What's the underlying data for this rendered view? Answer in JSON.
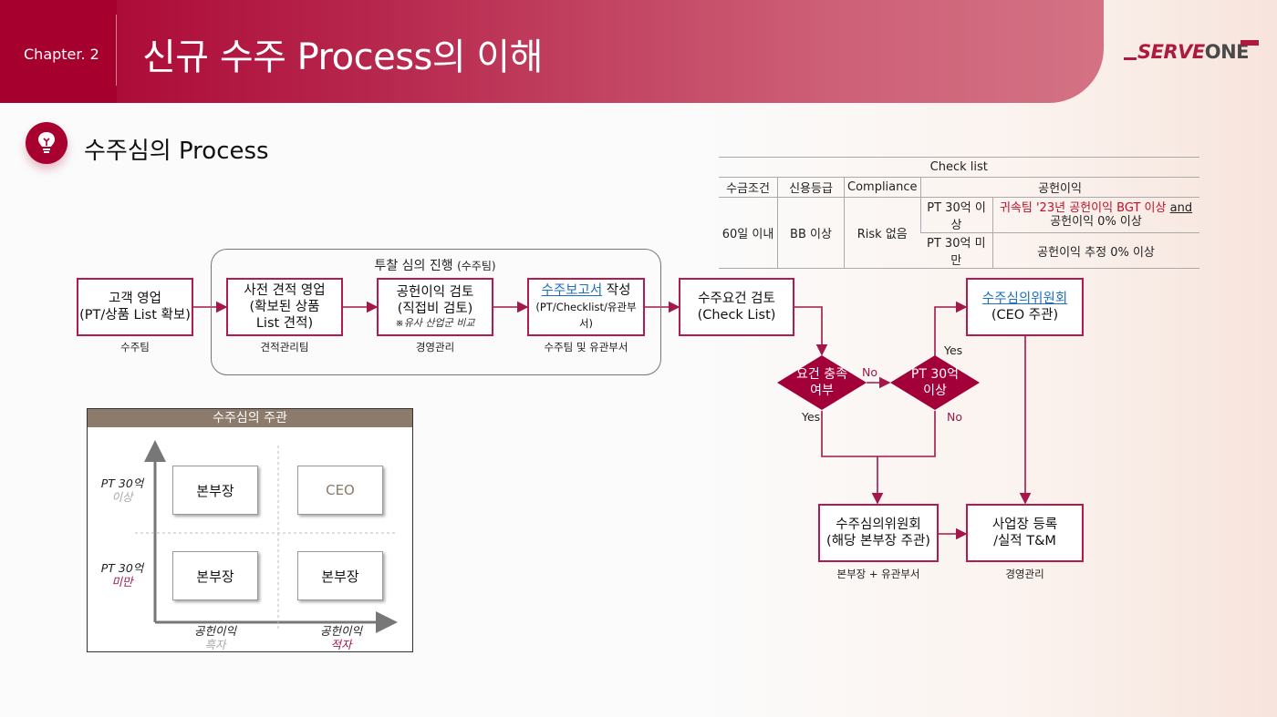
{
  "header": {
    "chapter": "Chapter. 2",
    "title": "신규 수주 Process의 이해",
    "logo": {
      "serve": "SERVE",
      "one": "ONE"
    }
  },
  "section": {
    "icon": "lightbulb-icon",
    "title": "수주심의 Process"
  },
  "checklist": {
    "title": "Check list",
    "headers": [
      "수금조건",
      "신용등급",
      "Compliance",
      "공헌이익"
    ],
    "payment": "60일 이내",
    "credit": "BB 이상",
    "compliance": "Risk 없음",
    "rows": [
      {
        "condition": "PT 30억 이상",
        "criteria_red": "귀속팀 '23년 공헌이익 BGT 이상",
        "criteria_and": "and",
        "criteria_rest": "공헌이익 0% 이상"
      },
      {
        "condition": "PT 30억 미만",
        "criteria": "공헌이익 추정 0% 이상"
      }
    ]
  },
  "flow": {
    "group_title": "투찰 심의 진행",
    "group_owner": "(수주팀)",
    "steps": [
      {
        "line1": "고객 영업",
        "line2": "(PT/상품 List 확보)",
        "owner": "수주팀"
      },
      {
        "line1": "사전 견적 영업",
        "line2": "(확보된 상품",
        "line3": "List 견적)",
        "owner": "견적관리팀"
      },
      {
        "line1": "공헌이익 검토",
        "line2": "(직접비 검토)",
        "note": "※유사 산업군 비교",
        "owner": "경영관리"
      },
      {
        "link": "수주보고서",
        "line1_rest": " 작성",
        "line2": "(PT/Checklist/유관부서)",
        "owner": "수주팀 및 유관부서"
      },
      {
        "line1": "수주요건 검토",
        "line2": "(Check List)"
      }
    ],
    "decision1": {
      "line1": "요건 충족",
      "line2": "여부",
      "no": "No",
      "yes": "Yes"
    },
    "decision2": {
      "line1": "PT 30억",
      "line2": "이상",
      "yes": "Yes",
      "no": "No"
    },
    "ceo_committee": {
      "link": "수주심의위원회",
      "line2": "(CEO 주관)"
    },
    "hq_committee": {
      "line1": "수주심의위원회",
      "line2": "(해당 본부장 주관)",
      "owner": "본부장 + 유관부서"
    },
    "registration": {
      "line1": "사업장 등록",
      "line2": "/실적 T&M",
      "owner": "경영관리"
    }
  },
  "matrix": {
    "title": "수주심의 주관",
    "y_high": {
      "line1": "PT 30억",
      "line2": "이상"
    },
    "y_low": {
      "line1": "PT 30억",
      "line2": "미만"
    },
    "x_left": {
      "line1": "공헌이익",
      "line2": "흑자"
    },
    "x_right": {
      "line1": "공헌이익",
      "line2": "적자"
    },
    "cells": {
      "top_left": "본부장",
      "top_right": "CEO",
      "bottom_left": "본부장",
      "bottom_right": "본부장"
    }
  }
}
